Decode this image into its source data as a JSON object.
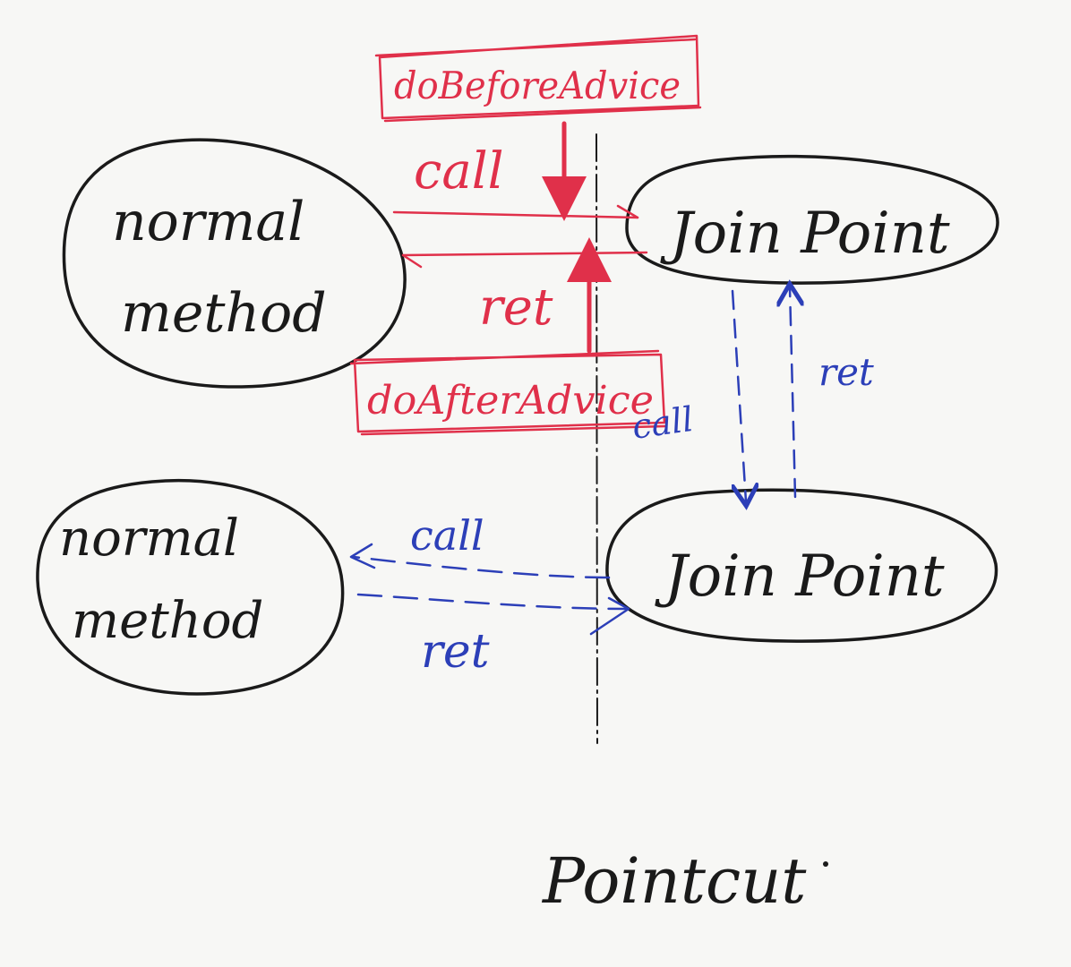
{
  "nodes": {
    "normal_method_top": {
      "line1": "normal",
      "line2": "method"
    },
    "normal_method_bottom": {
      "line1": "normal",
      "line2": "method"
    },
    "join_point_top": {
      "label": "Join Point"
    },
    "join_point_bottom": {
      "label": "Join Point"
    }
  },
  "advice": {
    "before": "doBeforeAdvice",
    "after": "doAfterAdvice"
  },
  "edges": {
    "top_call": "call",
    "top_ret": "ret",
    "vertical_call": "call",
    "vertical_ret": "ret",
    "bottom_call": "call",
    "bottom_ret": "ret"
  },
  "pointcut_label": "Pointcut",
  "colors": {
    "ink": "#1a1a1a",
    "advice_red": "#e0304a",
    "flow_blue": "#2c3fb8",
    "paper": "#f7f7f5"
  }
}
